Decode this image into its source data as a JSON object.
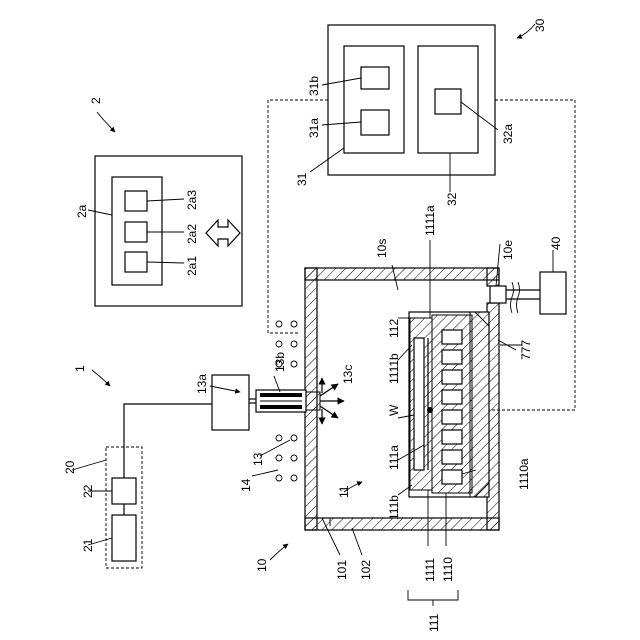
{
  "labels": {
    "l1": "1",
    "l2": "2",
    "l2a": "2a",
    "l2a1": "2a1",
    "l2a2": "2a2",
    "l2a3": "2a3",
    "l10": "10",
    "l10e": "10e",
    "l10s": "10s",
    "l11": "11",
    "l13": "13",
    "l13a": "13a",
    "l13b": "13b",
    "l13c": "13c",
    "l14": "14",
    "l20": "20",
    "l21": "21",
    "l22": "22",
    "l30": "30",
    "l31": "31",
    "l31a": "31a",
    "l31b": "31b",
    "l32": "32",
    "l32a": "32a",
    "l40": "40",
    "l101": "101",
    "l102": "102",
    "l111": "111",
    "l111a": "111a",
    "l111b": "111b",
    "l111b_2": "111b",
    "l112": "112",
    "l1110": "1110",
    "l1110a": "1110a",
    "l1111": "1111",
    "l1111a": "1111a",
    "l1111b": "1111b",
    "lW": "W",
    "l777": "777"
  }
}
